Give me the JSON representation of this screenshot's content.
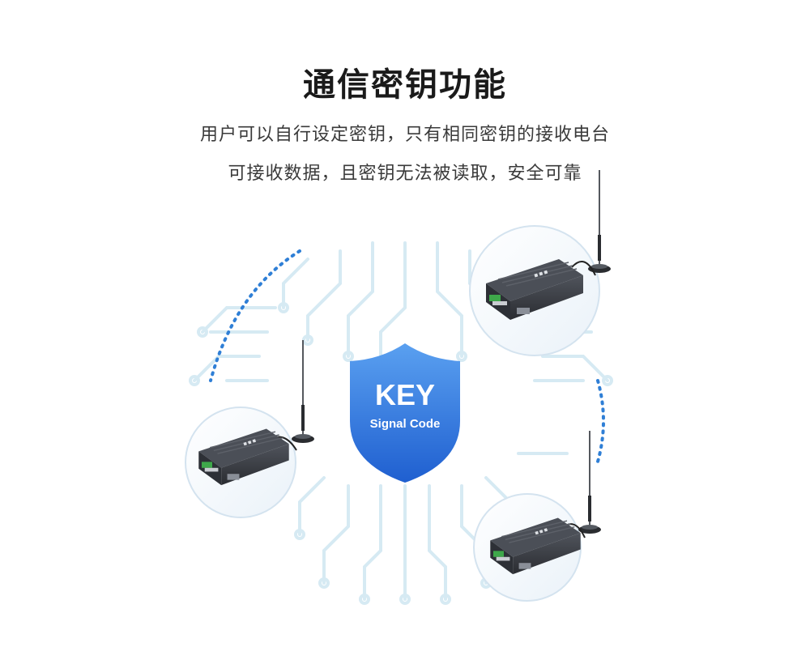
{
  "header": {
    "title": "通信密钥功能",
    "description_line1": "用户可以自行设定密钥，只有相同密钥的接收电台",
    "description_line2": "可接收数据，且密钥无法被读取，安全可靠"
  },
  "shield": {
    "key_label": "KEY",
    "signal_label": "Signal Code"
  },
  "colors": {
    "shield_top": "#5aa0f0",
    "shield_bottom": "#1f5fd0",
    "circuit": "#d6eaf3",
    "dotted_arc": "#2f7fd6",
    "device_body": "#3a3d44"
  },
  "icons": [
    "radio-device-icon",
    "antenna-icon",
    "circuit-board-icon",
    "shield-icon"
  ]
}
